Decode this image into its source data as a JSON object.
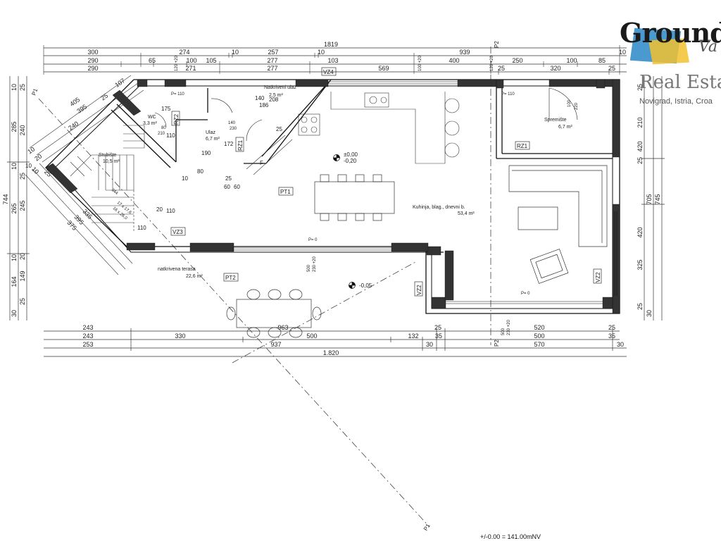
{
  "brand": {
    "logo_text": "Groundfl",
    "logo_sub": "Va",
    "tagline": "Real Esta",
    "location": "Novigrad, Istria, Croa"
  },
  "footer": {
    "level_note": "+/-0.00 = 141.00mNV"
  },
  "dims": {
    "top_total": "1819",
    "top_row1": [
      "300",
      "274",
      "10",
      "257",
      "10",
      "939",
      "10"
    ],
    "top_row2": [
      "290",
      "65",
      "100",
      "105",
      "277",
      "103",
      "400",
      "250",
      "100",
      "85"
    ],
    "top_row3": [
      "290",
      "271",
      "277",
      "569",
      "25",
      "320",
      "25"
    ],
    "bottom_row1": [
      "243",
      "963",
      "25",
      "520",
      "25"
    ],
    "bottom_row2": [
      "243",
      "330",
      "500",
      "132",
      "35",
      "500",
      "35"
    ],
    "bottom_row3": [
      "253",
      "937",
      "30",
      "570",
      "30"
    ],
    "bottom_total": "1.820",
    "left_outer": "744",
    "left_mid": [
      "10",
      "285",
      "10",
      "265",
      "10",
      "164",
      "30"
    ],
    "left_inner": [
      "25",
      "240",
      "25",
      "245",
      "20",
      "149",
      "25"
    ],
    "right_outer": "745",
    "right_mid": [
      "705",
      "30"
    ],
    "right_inner": [
      "25",
      "210",
      "420",
      "25",
      "420",
      "325",
      "25"
    ],
    "diag_top": [
      "405",
      "395",
      "25",
      "107",
      "240",
      "10",
      "20"
    ],
    "diag_bottom": [
      "10",
      "25",
      "335",
      "395",
      "375"
    ],
    "interior": [
      "175",
      "110",
      "190",
      "172",
      "10",
      "110",
      "60",
      "25",
      "80",
      "60",
      "20",
      "110",
      "140",
      "186",
      "208",
      "25",
      "10"
    ],
    "openings": [
      "120 +20",
      "100 +20",
      "120 +20",
      "500",
      "230 +20",
      "500",
      "230 +20",
      "100",
      "220",
      "80",
      "210",
      "140",
      "230",
      "17 x 17,6",
      "16 x 26,0",
      "344"
    ]
  },
  "rooms": {
    "wc_name": "WC",
    "wc_area": "3,3 m²",
    "ulaz_name": "Ulaz",
    "ulaz_area": "6,7 m²",
    "natkriveni_name": "Natkriveni ulaz",
    "natkriveni_area": "2,5 m²",
    "stubiste_name": "Stubište",
    "stubiste_area": "10,5 m²",
    "kuhinja_name": "Kuhinja, blag., dnevni b.",
    "kuhinja_area": "53,4 m²",
    "spremiste_name": "Spremište",
    "spremiste_area": "6,7 m²",
    "terasa_name": "natkrivena terasa",
    "terasa_area": "22,6 m²"
  },
  "tags": {
    "vz4": "VZ4",
    "vz3": "VZ3",
    "vz2a": "VZ2",
    "vz2b": "VZ2",
    "rz2": "RZ2",
    "rz1a": "RZ1",
    "rz1b": "RZ1",
    "pt1": "PT1",
    "pt2": "PT2",
    "p1_top": "P1",
    "p1_bottom": "P1",
    "p2_top": "P2",
    "p2_bottom": "P2",
    "fridge": "F"
  },
  "levels": {
    "main_a": "±0,00",
    "main_b": "-0,20",
    "terrace": "-0,05",
    "p0_a": "P= 0",
    "p0_b": "P= 0",
    "p110_a": "P= 110",
    "p110_b": "P= 110"
  }
}
